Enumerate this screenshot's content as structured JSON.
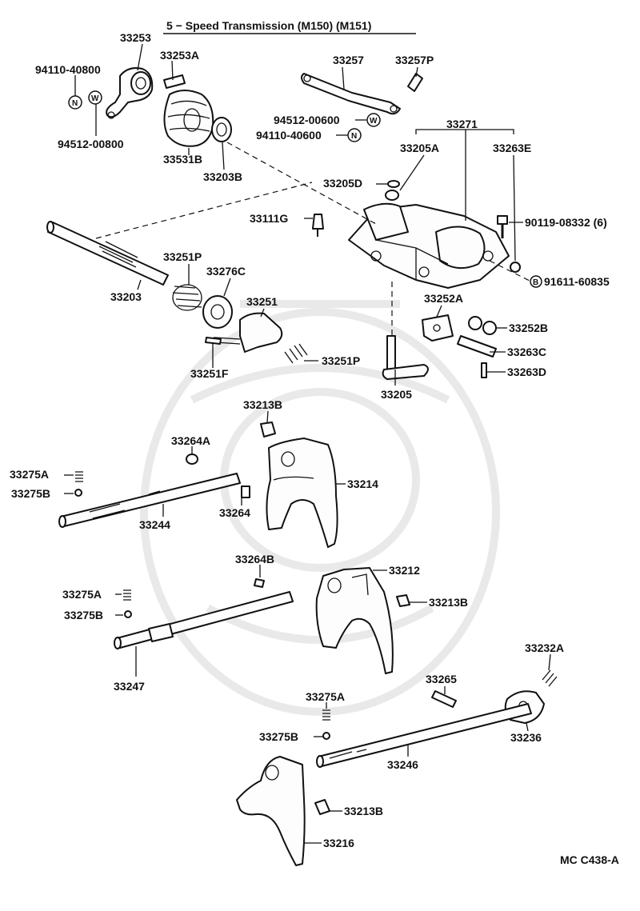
{
  "title": "5 − Speed Transmission (M150) (M151)",
  "footer_code": "MC C438-A",
  "badges": {
    "n": "N",
    "w": "W"
  },
  "labels": {
    "p33253": "33253",
    "p33253A": "33253A",
    "p94110_40800": "94110-40800",
    "p94512_00800": "94512-00800",
    "p33531B": "33531B",
    "p33203B": "33203B",
    "p33257": "33257",
    "p33257P": "33257P",
    "p94512_00600": "94512-00600",
    "p94110_40600": "94110-40600",
    "p33271": "33271",
    "p33205A": "33205A",
    "p33263E": "33263E",
    "p33205D": "33205D",
    "p33111G": "33111G",
    "p90119_08332": "90119-08332 (6)",
    "p91611_60835": "91611-60835",
    "p33251P_a": "33251P",
    "p33276C": "33276C",
    "p33203": "33203",
    "p33251": "33251",
    "p33251F": "33251F",
    "p33251P_b": "33251P",
    "p33252A": "33252A",
    "p33252B": "33252B",
    "p33263C": "33263C",
    "p33263D": "33263D",
    "p33205": "33205",
    "p33213B_a": "33213B",
    "p33264A": "33264A",
    "p33214": "33214",
    "p33275A_a": "33275A",
    "p33275B_a": "33275B",
    "p33244": "33244",
    "p33264": "33264",
    "p33264B": "33264B",
    "p33212": "33212",
    "p33275A_b": "33275A",
    "p33275B_b": "33275B",
    "p33213B_b": "33213B",
    "p33247": "33247",
    "p33232A": "33232A",
    "p33265": "33265",
    "p33275A_c": "33275A",
    "p33275B_c": "33275B",
    "p33236": "33236",
    "p33246": "33246",
    "p33213B_c": "33213B",
    "p33216": "33216"
  }
}
